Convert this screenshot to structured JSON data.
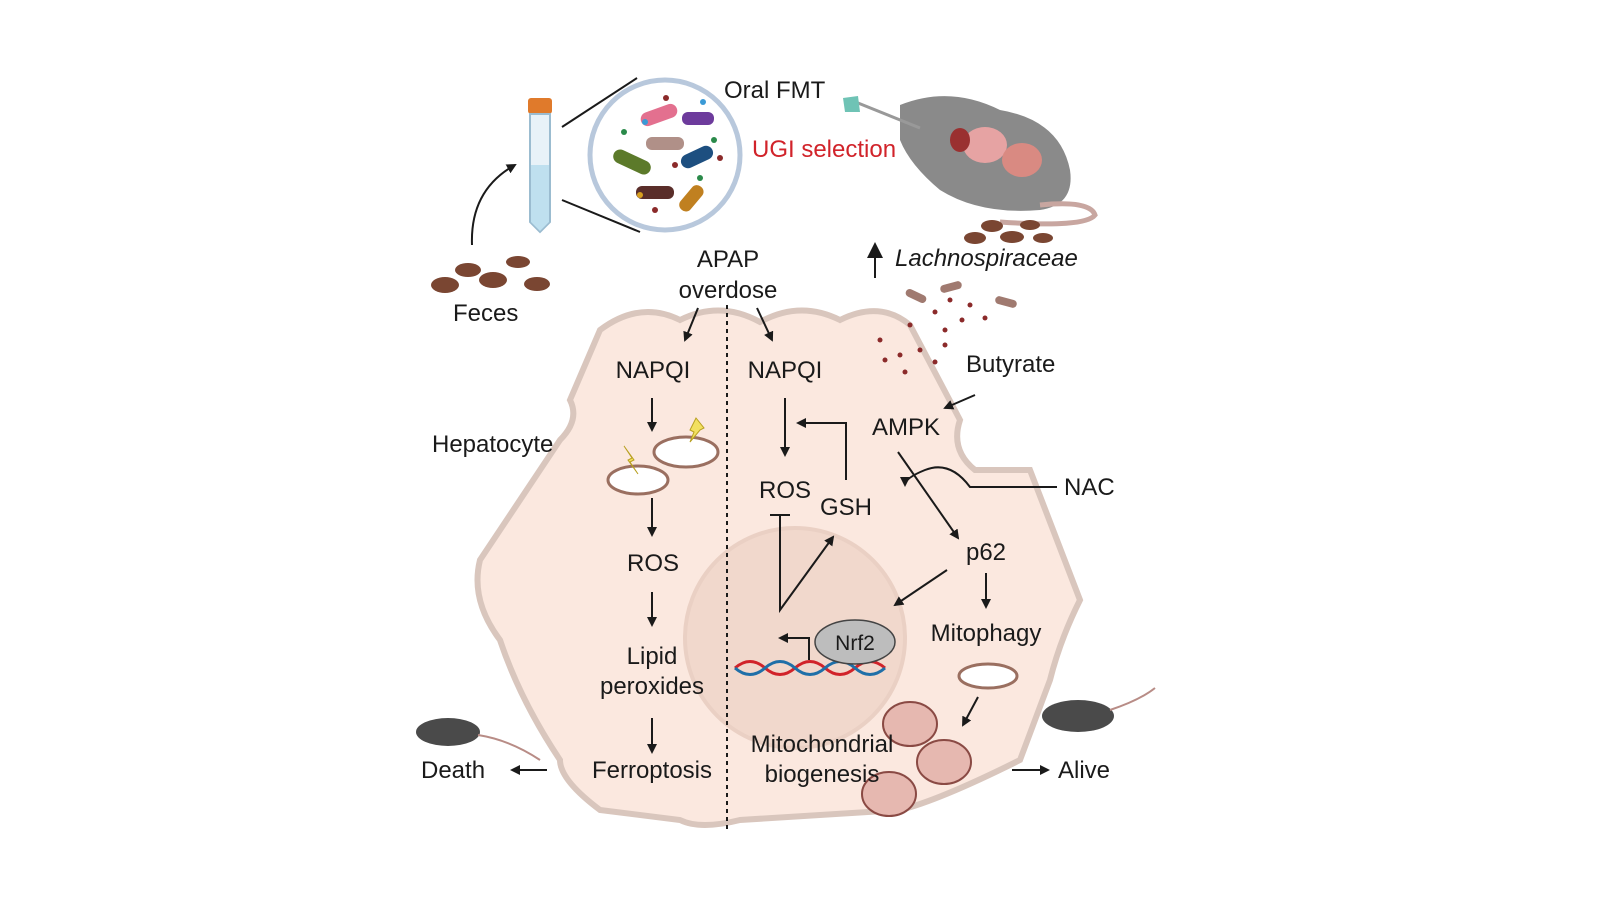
{
  "labels": {
    "oral_fmt": "Oral FMT",
    "ugi_selection": "UGI selection",
    "feces": "Feces",
    "lachnospiraceae": "Lachnospiraceae",
    "apap_line1": "APAP",
    "apap_line2": "overdose",
    "butyrate": "Butyrate",
    "hepatocyte": "Hepatocyte",
    "napqi_left": "NAPQI",
    "napqi_right": "NAPQI",
    "ros_left": "ROS",
    "ros_right": "ROS",
    "gsh": "GSH",
    "ampk": "AMPK",
    "nac": "NAC",
    "p62": "p62",
    "nrf2": "Nrf2",
    "mitophagy": "Mitophagy",
    "lipid_line1": "Lipid",
    "lipid_line2": "peroxides",
    "ferroptosis": "Ferroptosis",
    "mito_bio_line1": "Mitochondrial",
    "mito_bio_line2": "biogenesis",
    "death": "Death",
    "alive": "Alive"
  },
  "colors": {
    "cell_fill": "#fbe8df",
    "cell_border": "#d9c6bd",
    "nucleus_fill": "#f1d8cc",
    "accent_red": "#d1232a",
    "text": "#1a1a1a",
    "feces": "#7a4632",
    "mouse": "#4a4a4a"
  }
}
